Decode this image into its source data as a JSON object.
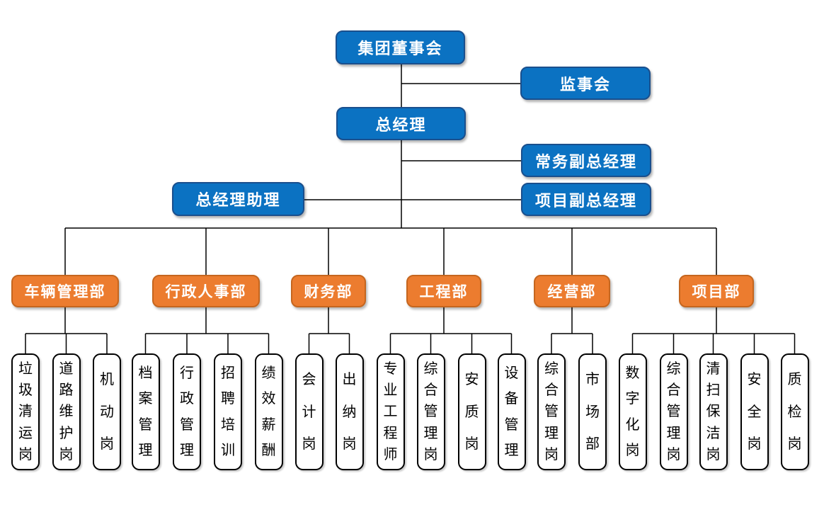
{
  "org": {
    "board": "集团董事会",
    "supervisory": "监事会",
    "general_manager": "总经理",
    "executive_deputy_gm": "常务副总经理",
    "gm_assistant": "总经理助理",
    "project_deputy_gm": "项目副总经理"
  },
  "departments": [
    {
      "label": "车辆管理部",
      "positions": [
        "垃圾清运岗",
        "道路维护岗",
        "机动岗"
      ]
    },
    {
      "label": "行政人事部",
      "positions": [
        "档案管理",
        "行政管理",
        "招聘培训",
        "绩效薪酬"
      ]
    },
    {
      "label": "财务部",
      "positions": [
        "会计岗",
        "出纳岗"
      ]
    },
    {
      "label": "工程部",
      "positions": [
        "专业工程师",
        "综合管理岗",
        "安质岗",
        "设备管理"
      ]
    },
    {
      "label": "经营部",
      "positions": [
        "综合管理岗",
        "市场部"
      ]
    },
    {
      "label": "项目部",
      "positions": [
        "数字化岗",
        "综合管理岗",
        "清扫保洁岗",
        "安全岗",
        "质检岗"
      ]
    }
  ],
  "colors": {
    "executive_node_fill": "#0b72c2",
    "executive_node_border": "#1a4f8d",
    "department_node_fill": "#ec7c2f",
    "department_node_border": "#c5661f",
    "position_node_fill": "#ffffff",
    "position_node_border": "#000000",
    "connector": "#000000",
    "text_on_color": "#ffffff",
    "text_on_white": "#000000"
  }
}
